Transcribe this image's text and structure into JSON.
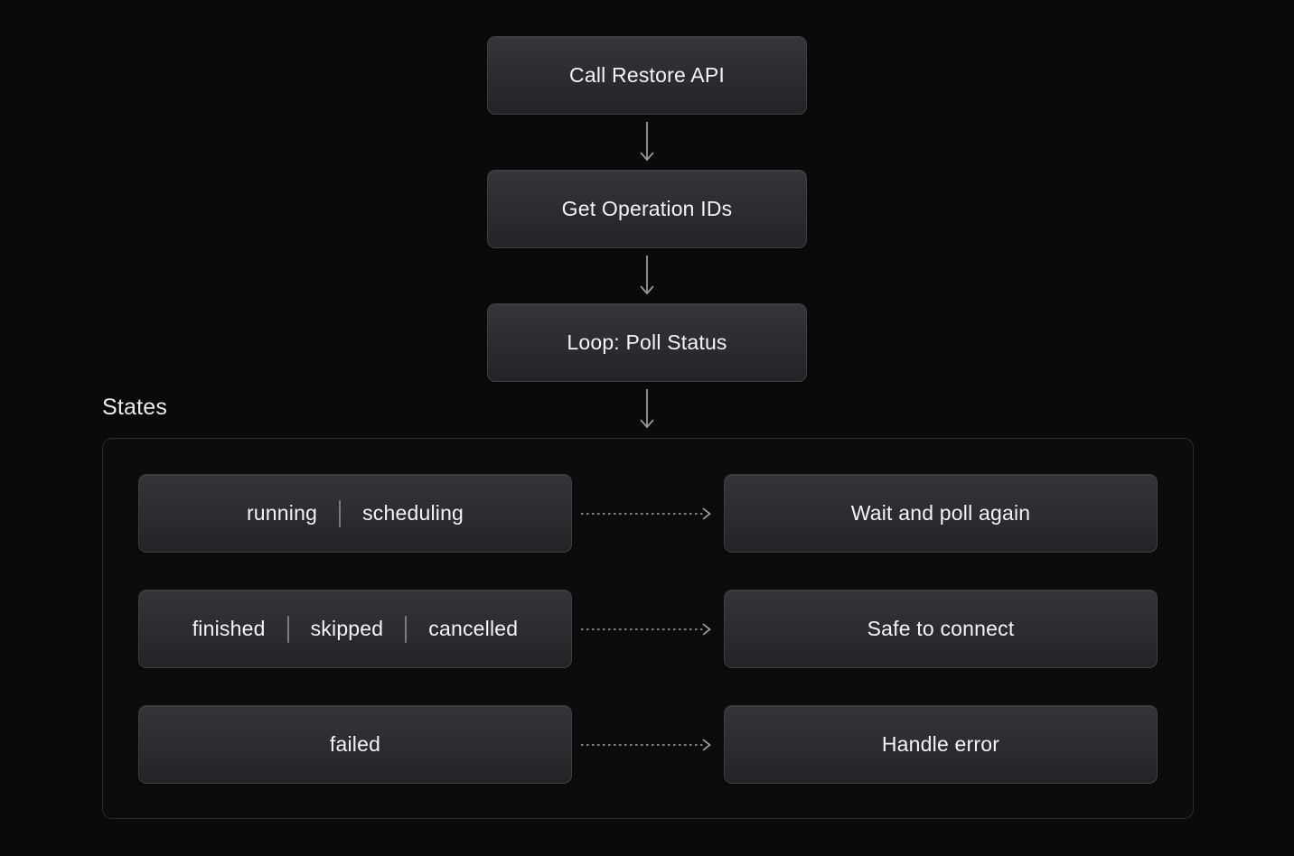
{
  "flow": {
    "steps": [
      {
        "label": "Call Restore API"
      },
      {
        "label": "Get Operation IDs"
      },
      {
        "label": "Loop: Poll Status"
      }
    ]
  },
  "states": {
    "label": "States",
    "rows": [
      {
        "states": [
          "running",
          "scheduling"
        ],
        "action": "Wait and poll again"
      },
      {
        "states": [
          "finished",
          "skipped",
          "cancelled"
        ],
        "action": "Safe to connect"
      },
      {
        "states": [
          "failed"
        ],
        "action": "Handle error"
      }
    ]
  },
  "icons": {
    "down_arrow": "down-arrow-icon",
    "dashed_right_arrow": "dashed-right-arrow-icon"
  },
  "colors": {
    "background": "#0a0a0b",
    "node_top": "#34353a",
    "node_bottom": "#232428",
    "node_border": "#3f4045",
    "container_border": "#2c2d30",
    "text": "#f4f4f6",
    "arrow": "#98989c",
    "separator": "#8a8a8e"
  }
}
